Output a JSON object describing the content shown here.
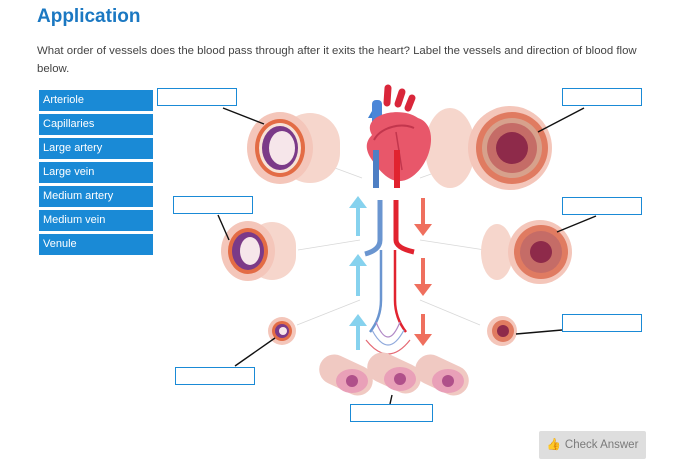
{
  "header": {
    "title": "Application"
  },
  "question": "What order of vessels does the blood pass through after it exits the heart? Label the vessels and direction of blood flow below.",
  "word_bank": [
    "Arteriole",
    "Capillaries",
    "Large artery",
    "Large vein",
    "Medium artery",
    "Medium vein",
    "Venule"
  ],
  "actions": {
    "check_answer": "Check Answer"
  },
  "colors": {
    "title": "#1b78c2",
    "label_bg": "#1a8ad6",
    "artery_red": "#e5293d",
    "vein_blue": "#5a86c6",
    "arrow_up": "#86d2ee",
    "arrow_down": "#ef6f5e"
  },
  "icons": {
    "check_answer": "thumbs-up-icon"
  }
}
